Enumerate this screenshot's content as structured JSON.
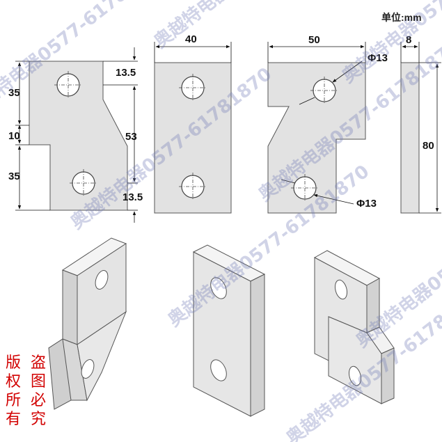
{
  "unit_label": "单位:mm",
  "watermark": "奥越特电器0577-61781870",
  "copyright": [
    "版权所有",
    "盗图必究"
  ],
  "colors": {
    "part_fill": "#e2e2e2",
    "part_stroke": "#555555",
    "watermark": "#6f79b6",
    "copyright": "#d20000"
  },
  "views": {
    "offset_front": {
      "dims": {
        "top_hole": "35",
        "gap": "10",
        "bottom_hole": "35",
        "top_offset": "13.5",
        "middle": "53",
        "bottom_offset": "13.5"
      }
    },
    "straight_front": {
      "dims": {
        "width": "40"
      }
    },
    "offset_front_right": {
      "dims": {
        "width": "50",
        "hole_top": "Φ13",
        "hole_bottom": "Φ13"
      }
    },
    "side": {
      "dims": {
        "thickness": "8",
        "length": "80"
      }
    }
  },
  "iso_views": [
    "offset-plate-iso",
    "straight-plate-iso",
    "offset-plate-iso-right"
  ]
}
